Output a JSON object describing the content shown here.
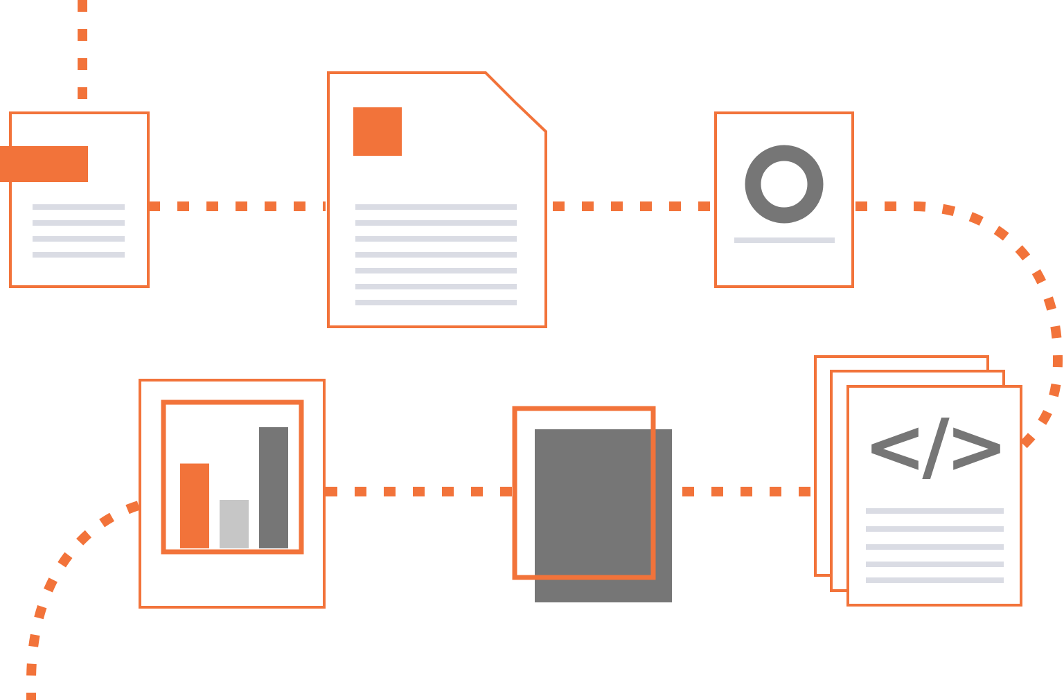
{
  "colors": {
    "accent": "#f2733a",
    "dark_gray": "#767676",
    "light_gray": "#c6c6c6",
    "text_line": "#dadce4",
    "background": "#ffffff"
  },
  "icons": {
    "header_doc": "document-with-header-block-icon",
    "folded_doc": "folded-corner-document-icon",
    "image_doc": "document-with-circle-icon",
    "chart_doc": "bar-chart-document-icon",
    "stacked_square": "stacked-squares-icon",
    "code_doc": "code-document-stack-icon"
  },
  "code_doc": {
    "code_symbol": "</>"
  },
  "chart_data": {
    "type": "bar",
    "categories": [
      "",
      "",
      ""
    ],
    "values": [
      70,
      40,
      100
    ],
    "colors": [
      "#f2733a",
      "#c6c6c6",
      "#767676"
    ],
    "ylim": [
      0,
      100
    ],
    "grid": false
  }
}
